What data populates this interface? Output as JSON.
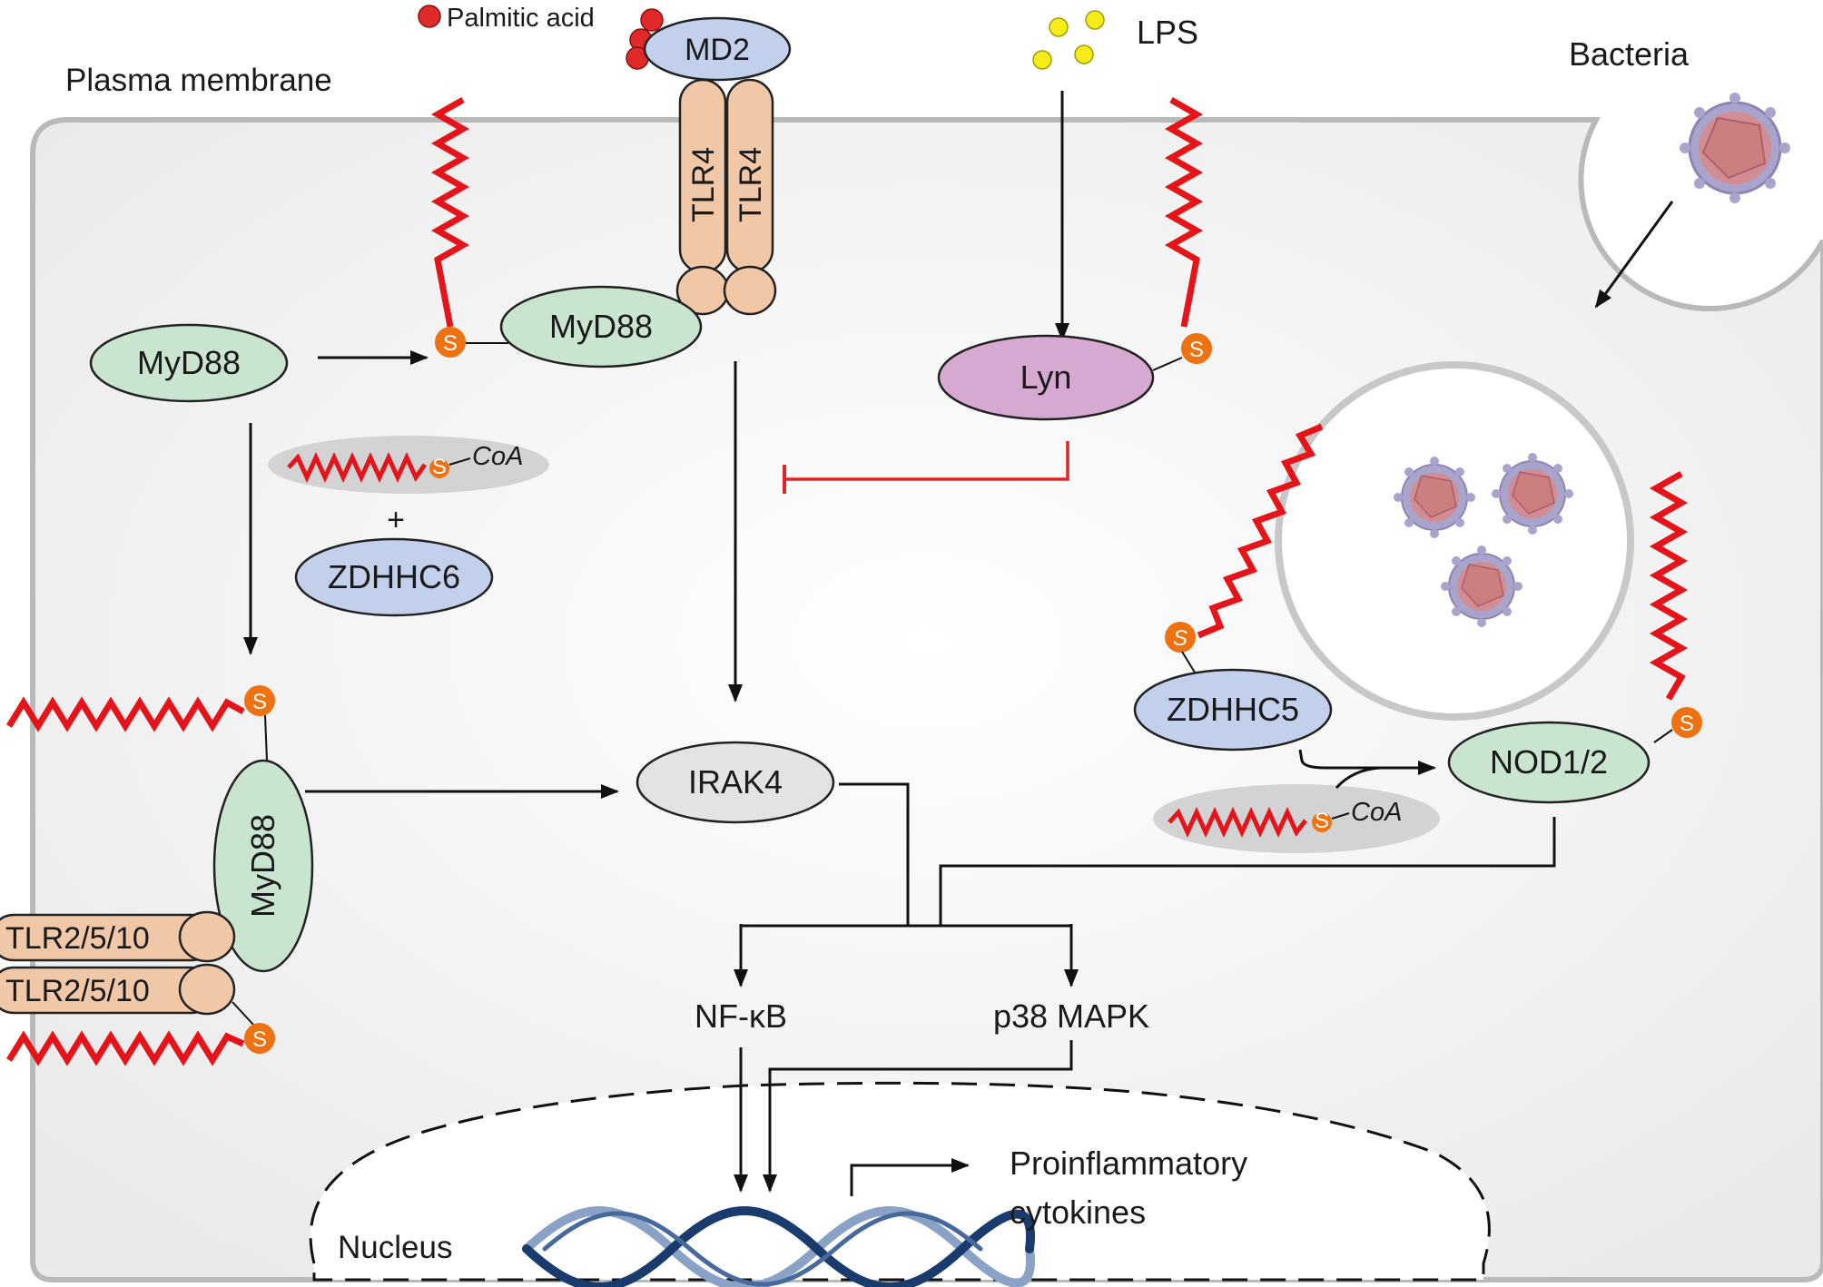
{
  "labels": {
    "plasma_membrane": "Plasma membrane",
    "palmitic_acid": "Palmitic acid",
    "lps": "LPS",
    "bacteria": "Bacteria",
    "nucleus": "Nucleus",
    "proinflammatory_line1": "Proinflammatory",
    "proinflammatory_line2": "cytokines",
    "plus": "+",
    "nfkb": "NF-κB",
    "p38": "p38 MAPK"
  },
  "proteins": {
    "md2": "MD2",
    "tlr4": "TLR4",
    "myd88": "MyD88",
    "lyn": "Lyn",
    "zdhhc6": "ZDHHC6",
    "zdhhc5": "ZDHHC5",
    "irak4": "IRAK4",
    "nod12": "NOD1/2",
    "tlr2510": "TLR2/5/10"
  },
  "markers": {
    "s": "S",
    "coa": "CoA"
  },
  "colors": {
    "membrane_fill": "#ececec",
    "membrane_stroke": "#b9b9b9",
    "myd88": "#c9e5cf",
    "md2": "#c2d0ec",
    "zdhhc": "#c2d0ec",
    "lyn": "#d6aad0",
    "irak4": "#e3e3e3",
    "tlr": "#f0c8a8",
    "palmitoyl_chain": "#e5131a",
    "s_marker": "#ee7212",
    "lps_dot": "#f5ec18",
    "palmitic_dot": "#e02a2a",
    "inhibition": "#e32226",
    "dna_dark": "#1a3b6d",
    "dna_light": "#8aa2c6",
    "bacterium_outer": "#a9a4cc",
    "bacterium_inner": "#d98a8a"
  }
}
